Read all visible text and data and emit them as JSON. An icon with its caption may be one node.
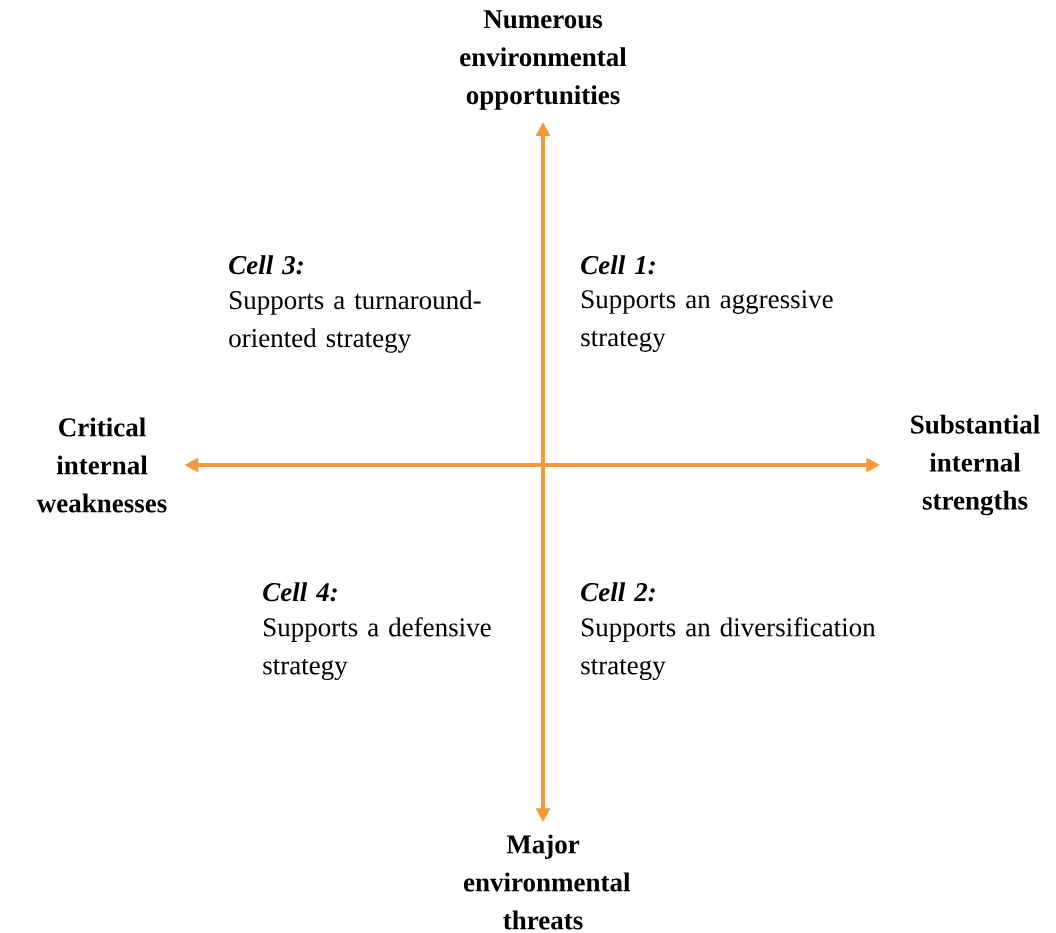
{
  "diagram": {
    "nodes": [
      {
        "text": [
          "Numerous environmental opportunities"
        ]
      },
      {
        "text": [
          "Critical internal weaknesses"
        ]
      },
      {
        "text": [
          "Substantial internal strengths"
        ]
      },
      {
        "text": [
          "Major environmental threats"
        ]
      }
    ],
    "edges": [
      {
        "from": 0,
        "to": 3,
        "arrow": "both"
      },
      {
        "from": 1,
        "to": 2,
        "arrow": "both"
      }
    ],
    "labels": [
      "Cell 3:",
      "Supports a turnaround-oriented strategy",
      "Cell 1:",
      "Supports an aggressive strategy",
      "Cell 4:",
      "Supports a defensive strategy",
      "Cell 2:",
      "Supports an diversification strategy"
    ]
  }
}
